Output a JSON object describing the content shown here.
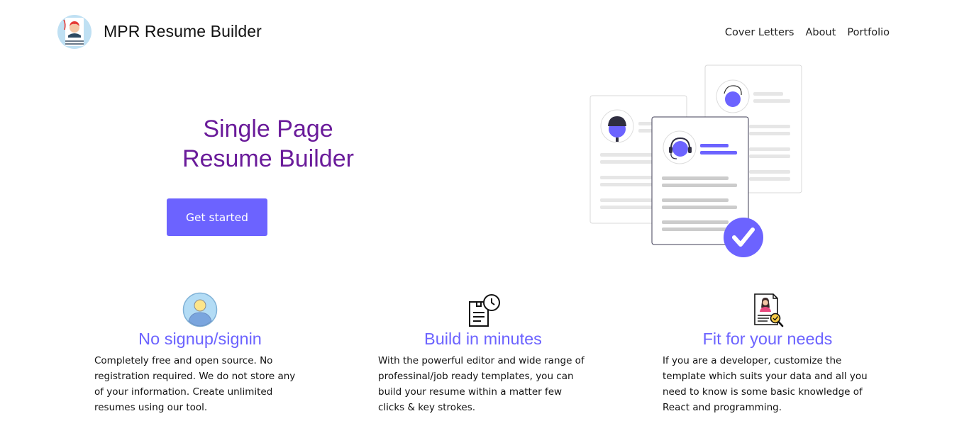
{
  "header": {
    "brand": "MPR Resume Builder",
    "nav": [
      {
        "label": "Cover Letters"
      },
      {
        "label": "About"
      },
      {
        "label": "Portfolio"
      }
    ]
  },
  "hero": {
    "title_line1": "Single Page",
    "title_line2": "Resume Builder",
    "cta_label": "Get started"
  },
  "features": [
    {
      "icon": "user-avatar-icon",
      "title": "No signup/signin",
      "text": "Completely free and open source. No registration required. We do not store any of your information. Create unlimited resumes using our tool."
    },
    {
      "icon": "document-clock-icon",
      "title": "Build in minutes",
      "text": "With the powerful editor and wide range of professinal/job ready templates, you can build your resume within a matter few clicks & key strokes."
    },
    {
      "icon": "resume-magnifier-icon",
      "title": "Fit for your needs",
      "text": "If you are a developer, customize the template which suits your data and all you need to know is some basic knowledge of React and programming."
    }
  ],
  "colors": {
    "accent": "#6c63ff",
    "hero_title": "#6a1b9a"
  }
}
